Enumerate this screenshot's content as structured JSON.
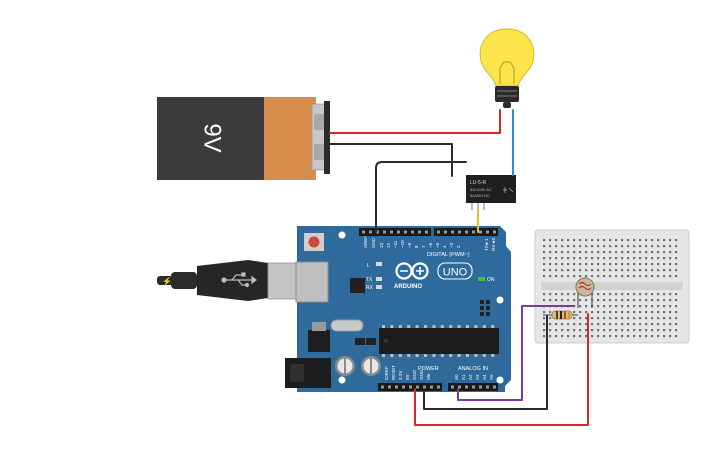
{
  "battery": {
    "label": "9V"
  },
  "relay": {
    "line1": "LU-5-R",
    "line2": "5A/125V AC",
    "line3": "3A/28V DC"
  },
  "arduino": {
    "brand": "ARDUINO",
    "model": "UNO",
    "digital_label": "DIGITAL (PWM~)",
    "power_label": "POWER",
    "analog_label": "ANALOG IN",
    "on_label": "ON",
    "led_l": "L",
    "led_tx": "TX",
    "led_rx": "RX",
    "tx_pin": "TX►1",
    "rx_pin": "RX◄0",
    "aref": "AREF",
    "gnd_top": "GND",
    "digital_pins": [
      "13",
      "12",
      "~11",
      "~10",
      "~9",
      "8",
      "7",
      "~6",
      "~5",
      "4",
      "~3",
      "2"
    ],
    "power_pins": [
      "IOREF",
      "RESET",
      "3.3V",
      "5V",
      "GND",
      "GND",
      "Vin"
    ],
    "analog_pins": [
      "A0",
      "A1",
      "A2",
      "A3",
      "A4",
      "A5"
    ]
  },
  "colors": {
    "board": "#2f6a9c",
    "wire_red": "#d9262a",
    "wire_black": "#2b2b2b",
    "wire_purple": "#7a3aa0",
    "wire_blue": "#2a8fd0",
    "bulb": "#fbe54a",
    "battery_orange": "#d68d4e",
    "battery_black": "#3b3b3b"
  }
}
